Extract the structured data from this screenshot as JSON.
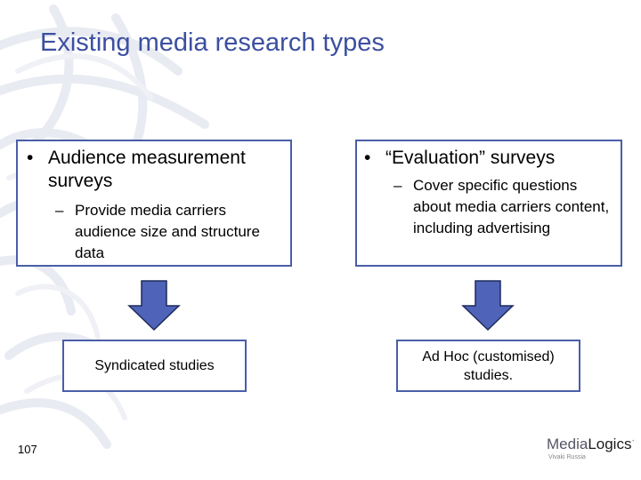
{
  "slide": {
    "title": "Existing media research types",
    "page_number": "107"
  },
  "left_panel": {
    "bullet_marker": "•",
    "bullet": "Audience measurement surveys",
    "sub_marker": "–",
    "sub_bullet": "Provide media carriers audience size and structure data"
  },
  "right_panel": {
    "bullet_marker": "•",
    "bullet": "“Evaluation” surveys",
    "sub_marker": "–",
    "sub_bullet": "Cover specific questions about media carriers content, including advertising"
  },
  "results": {
    "left": "Syndicated studies",
    "right": "Ad Hoc (customised) studies."
  },
  "logo": {
    "name_part1": "Media",
    "name_part2": "Logics",
    "mark": "·",
    "tagline": "Vivaki Russia"
  },
  "colors": {
    "title": "#3c4fa0",
    "border": "#4a5ea8",
    "arrow_fill": "#4f63b8",
    "arrow_stroke": "#1f2a5a"
  }
}
